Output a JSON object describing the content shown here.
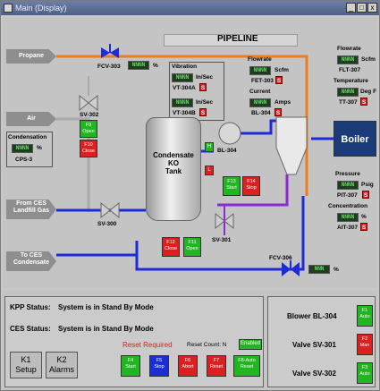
{
  "window": {
    "title": "Main (Display)",
    "min": "_",
    "max": "□",
    "close": "x"
  },
  "process": {
    "title": "PIPELINE",
    "inlets": {
      "propane": "Propane",
      "air": "Air",
      "from_ces": "From CES\nLandfill Gas",
      "to_ces": "To CES\nCondensate"
    },
    "valves": {
      "fcv303": "FCV-303",
      "sv302": "SV-302",
      "sv300": "SV-300",
      "sv301": "SV-301",
      "fcv306": "FCV-306"
    },
    "fcv303_readout": "NNNN",
    "fcv303_unit": "%",
    "fcv306_readout": "NNN",
    "fcv306_unit": "%",
    "sv302_open": "F9\nOpen",
    "sv302_close": "F10\nClose",
    "condensation": {
      "title": "Condensation",
      "readout": "NNNN",
      "unit": "%",
      "tag": "CPS-3"
    },
    "vibration": {
      "title": "Vibration",
      "a_readout": "NNNN",
      "a_unit": "In/Sec",
      "a_tag": "VT-304A",
      "a_badge": "S",
      "b_readout": "NNNN",
      "b_unit": "In/Sec",
      "b_tag": "VT-304B",
      "b_badge": "S"
    },
    "flowrate_fet": {
      "title": "Flowrate",
      "readout": "NNNN",
      "unit": "Scfm",
      "tag": "FET-303",
      "badge": "S"
    },
    "current": {
      "title": "Current",
      "readout": "NNNN",
      "unit": "Amps",
      "tag": "BL-304",
      "badge": "S"
    },
    "blower_tag": "BL-304",
    "tank": {
      "label": "Condensate\nKO\nTank",
      "h": "H",
      "l": "L"
    },
    "blower_start": "F13\nStart",
    "blower_stop": "F14\nStop",
    "sv301_close": "F12\nClose",
    "sv301_open": "F11\nOpen",
    "right": {
      "flowrate_title": "Flowrate",
      "flowrate_readout": "NNNN",
      "flowrate_unit": "Scfm",
      "flowrate_tag": "FLT-307",
      "temp_title": "Temperature",
      "temp_readout": "NNNN",
      "temp_unit": "Deg F",
      "temp_tag": "TT-307",
      "temp_badge": "S",
      "boiler": "Boiler",
      "pressure_title": "Pressure",
      "pressure_readout": "NNNN",
      "pressure_unit": "Psig",
      "pressure_tag": "PIT-307",
      "pressure_badge": "S",
      "conc_title": "Concentration",
      "conc_readout": "NNNN",
      "conc_unit": "%",
      "conc_tag": "AIT-307",
      "conc_badge": "S"
    }
  },
  "status": {
    "kpp_label": "KPP Status:",
    "kpp_value": "System is in Stand By Mode",
    "ces_label": "CES Status:",
    "ces_value": "System is in Stand By Mode",
    "reset_required": "Reset Required",
    "reset_count": "Reset Count: N",
    "enabled": "Enabled",
    "k1": "K1\nSetup",
    "k2": "K2\nAlarms",
    "f4": "F4\nStart",
    "f5": "F5\nStop",
    "f6": "F6\nAbort",
    "f7": "F7\nReset",
    "f8": "F8-Auto\nReset"
  },
  "equipment": {
    "blower": "Blower BL-304",
    "blower_btn": "F1\nAuto",
    "sv301": "Valve SV-301",
    "sv301_btn": "F2\nMan",
    "sv302": "Valve SV-302",
    "sv302_btn": "F3\nAuto"
  },
  "colors": {
    "pipe_orange": "#ee7d1a",
    "pipe_blue": "#1e2bd8",
    "pipe_purple": "#8a2bd0",
    "pipe_gray": "#aaaaaa",
    "boiler": "#1a3a78"
  }
}
